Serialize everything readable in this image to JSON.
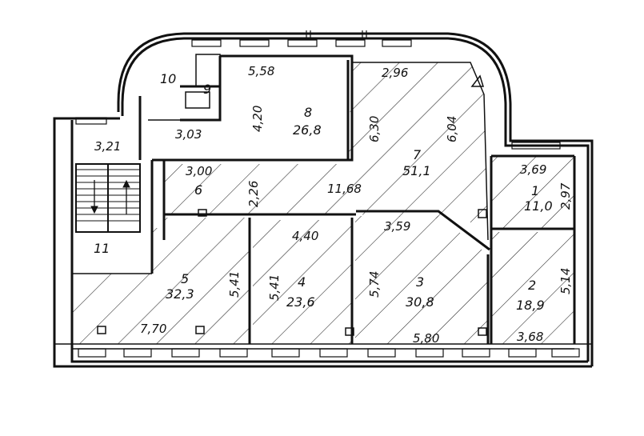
{
  "rooms": [
    {
      "id": "room-1",
      "number": "1",
      "area": "11,0"
    },
    {
      "id": "room-2",
      "number": "2",
      "area": "18,9"
    },
    {
      "id": "room-3",
      "number": "3",
      "area": "30,8"
    },
    {
      "id": "room-4",
      "number": "4",
      "area": "23,6"
    },
    {
      "id": "room-5",
      "number": "5",
      "area": "32,3"
    },
    {
      "id": "room-6",
      "number": "6",
      "area": ""
    },
    {
      "id": "room-7",
      "number": "7",
      "area": "51,1"
    },
    {
      "id": "room-8",
      "number": "8",
      "area": "26,8"
    },
    {
      "id": "room-9",
      "number": "9",
      "area": ""
    },
    {
      "id": "room-10",
      "number": "10",
      "area": ""
    },
    {
      "id": "room-11",
      "number": "11",
      "area": ""
    }
  ],
  "dimensions": {
    "d_5_58": "5,58",
    "d_4_20": "4,20",
    "d_2_96": "2,96",
    "d_6_30": "6,30",
    "d_6_04": "6,04",
    "d_3_03": "3,03",
    "d_3_21": "3,21",
    "d_3_00": "3,00",
    "d_2_26": "2,26",
    "d_11_68": "11,68",
    "d_3_69": "3,69",
    "d_2_97": "2,97",
    "d_3_59": "3,59",
    "d_4_40": "4,40",
    "d_5_41a": "5,41",
    "d_5_41b": "5,41",
    "d_5_74": "5,74",
    "d_5_14": "5,14",
    "d_7_70": "7,70",
    "d_5_80": "5,80",
    "d_3_68": "3,68"
  }
}
